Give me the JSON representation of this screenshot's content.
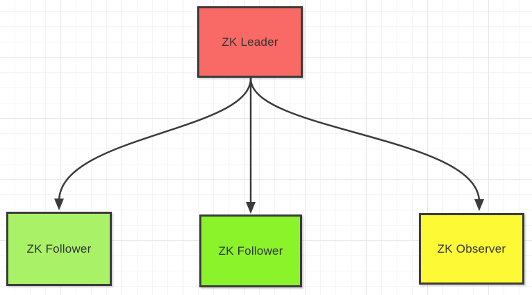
{
  "diagram": {
    "nodes": [
      {
        "id": "leader",
        "label": "ZK Leader",
        "fill": "#f96a66"
      },
      {
        "id": "follower-1",
        "label": "ZK Follower",
        "fill": "#a9f267"
      },
      {
        "id": "follower-2",
        "label": "ZK Follower",
        "fill": "#8bf32a"
      },
      {
        "id": "observer",
        "label": "ZK Observer",
        "fill": "#fdf935"
      }
    ],
    "edges": [
      {
        "from": "leader",
        "to": "follower-1",
        "arrow": "down"
      },
      {
        "from": "leader",
        "to": "follower-2",
        "arrow": "down"
      },
      {
        "from": "leader",
        "to": "observer",
        "arrow": "down"
      }
    ],
    "style": {
      "node_border_color": "#3b3b3b",
      "node_text_color": "#333333",
      "edge_color": "#3b3b3b",
      "canvas_background": "#ffffff",
      "grid_minor_color": "#f4f4f4",
      "grid_major_color": "#e9e9e9"
    }
  }
}
